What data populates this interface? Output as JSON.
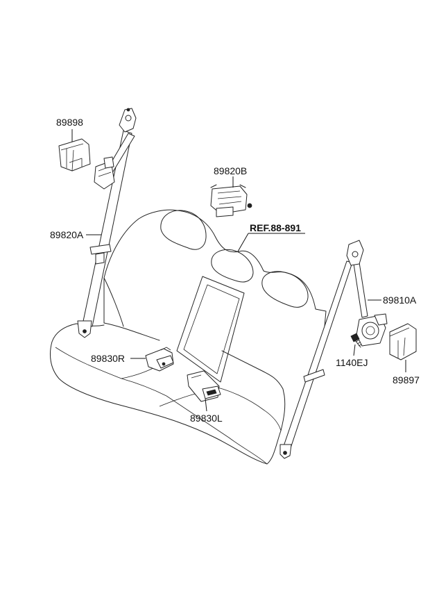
{
  "labels": {
    "p89898": "89898",
    "p89820A": "89820A",
    "p89820B": "89820B",
    "ref": "REF.88-891",
    "p89810A": "89810A",
    "p1140EJ": "1140EJ",
    "p89897": "89897",
    "p89830R": "89830R",
    "p89830L": "89830L"
  }
}
